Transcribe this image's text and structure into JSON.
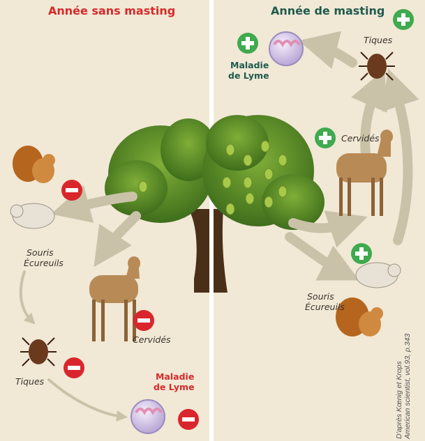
{
  "titles": {
    "left": "Année sans masting",
    "right": "Année de masting"
  },
  "left_panel": {
    "rodents_label_1": "Souris",
    "rodents_label_2": "Écureuils",
    "deer_label": "Cervidés",
    "ticks_label": "Tiques",
    "lyme_label_1": "Maladie",
    "lyme_label_2": "de Lyme",
    "effect": "minus"
  },
  "right_panel": {
    "lyme_label_1": "Maladie",
    "lyme_label_2": "de Lyme",
    "ticks_label": "Tiques",
    "deer_label": "Cervidés",
    "rodents_label_1": "Souris",
    "rodents_label_2": "Écureuils",
    "effect": "plus"
  },
  "credit": {
    "line1": "D'après Kœnig et Krops",
    "line2": "American scientist, vol.93, p.343"
  },
  "colors": {
    "background": "#f1e8d6",
    "divider": "#ffffff",
    "minus_badge": "#d9262c",
    "plus_badge": "#3faa4e",
    "arrow": "#c9c2a8",
    "title_left": "#d62a2a",
    "title_right": "#1f5b4d"
  }
}
